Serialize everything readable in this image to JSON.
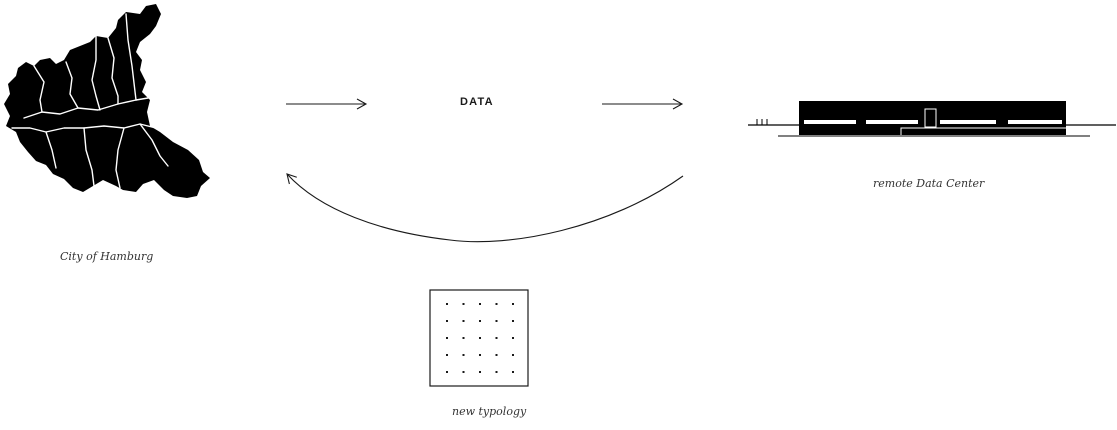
{
  "nodes": {
    "city": {
      "caption": "City of Hamburg"
    },
    "datacenter": {
      "caption": "remote Data Center"
    },
    "typology": {
      "caption": "new typology"
    }
  },
  "flow": {
    "label": "DATA"
  },
  "colors": {
    "ink": "#000000",
    "paper": "#ffffff",
    "text": "#333333"
  },
  "typology_grid": {
    "rows": 5,
    "cols": 5
  }
}
